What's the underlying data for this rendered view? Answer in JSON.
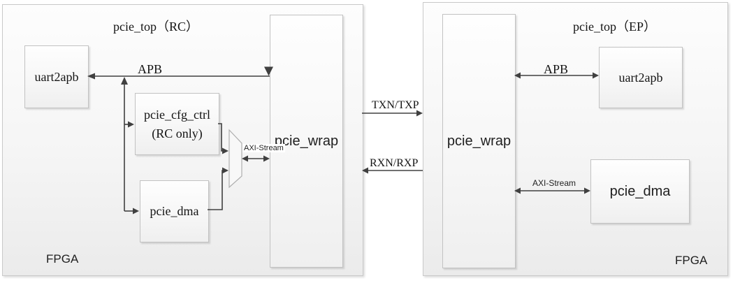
{
  "rc": {
    "title": "pcie_top（RC）",
    "fpga": "FPGA",
    "uart2apb": "uart2apb",
    "pcie_cfg_ctrl": {
      "line1": "pcie_cfg_ctrl",
      "line2": "(RC only)"
    },
    "pcie_dma": "pcie_dma",
    "pcie_wrap": "pcie_wrap",
    "apb": "APB",
    "axi_stream": "AXI-Stream"
  },
  "ep": {
    "title": "pcie_top（EP）",
    "fpga": "FPGA",
    "pcie_wrap": "pcie_wrap",
    "uart2apb": "uart2apb",
    "pcie_dma": "pcie_dma",
    "apb": "APB",
    "axi_stream": "AXI-Stream"
  },
  "link": {
    "txn_txp": "TXN/TXP",
    "rxn_rxp": "RXN/RXP"
  },
  "colors": {
    "line": "#404040",
    "mux_fill": "#f8f8f8",
    "mux_stroke": "#aeaeae",
    "box_border": "#c2c2c2",
    "text": "#141414"
  }
}
